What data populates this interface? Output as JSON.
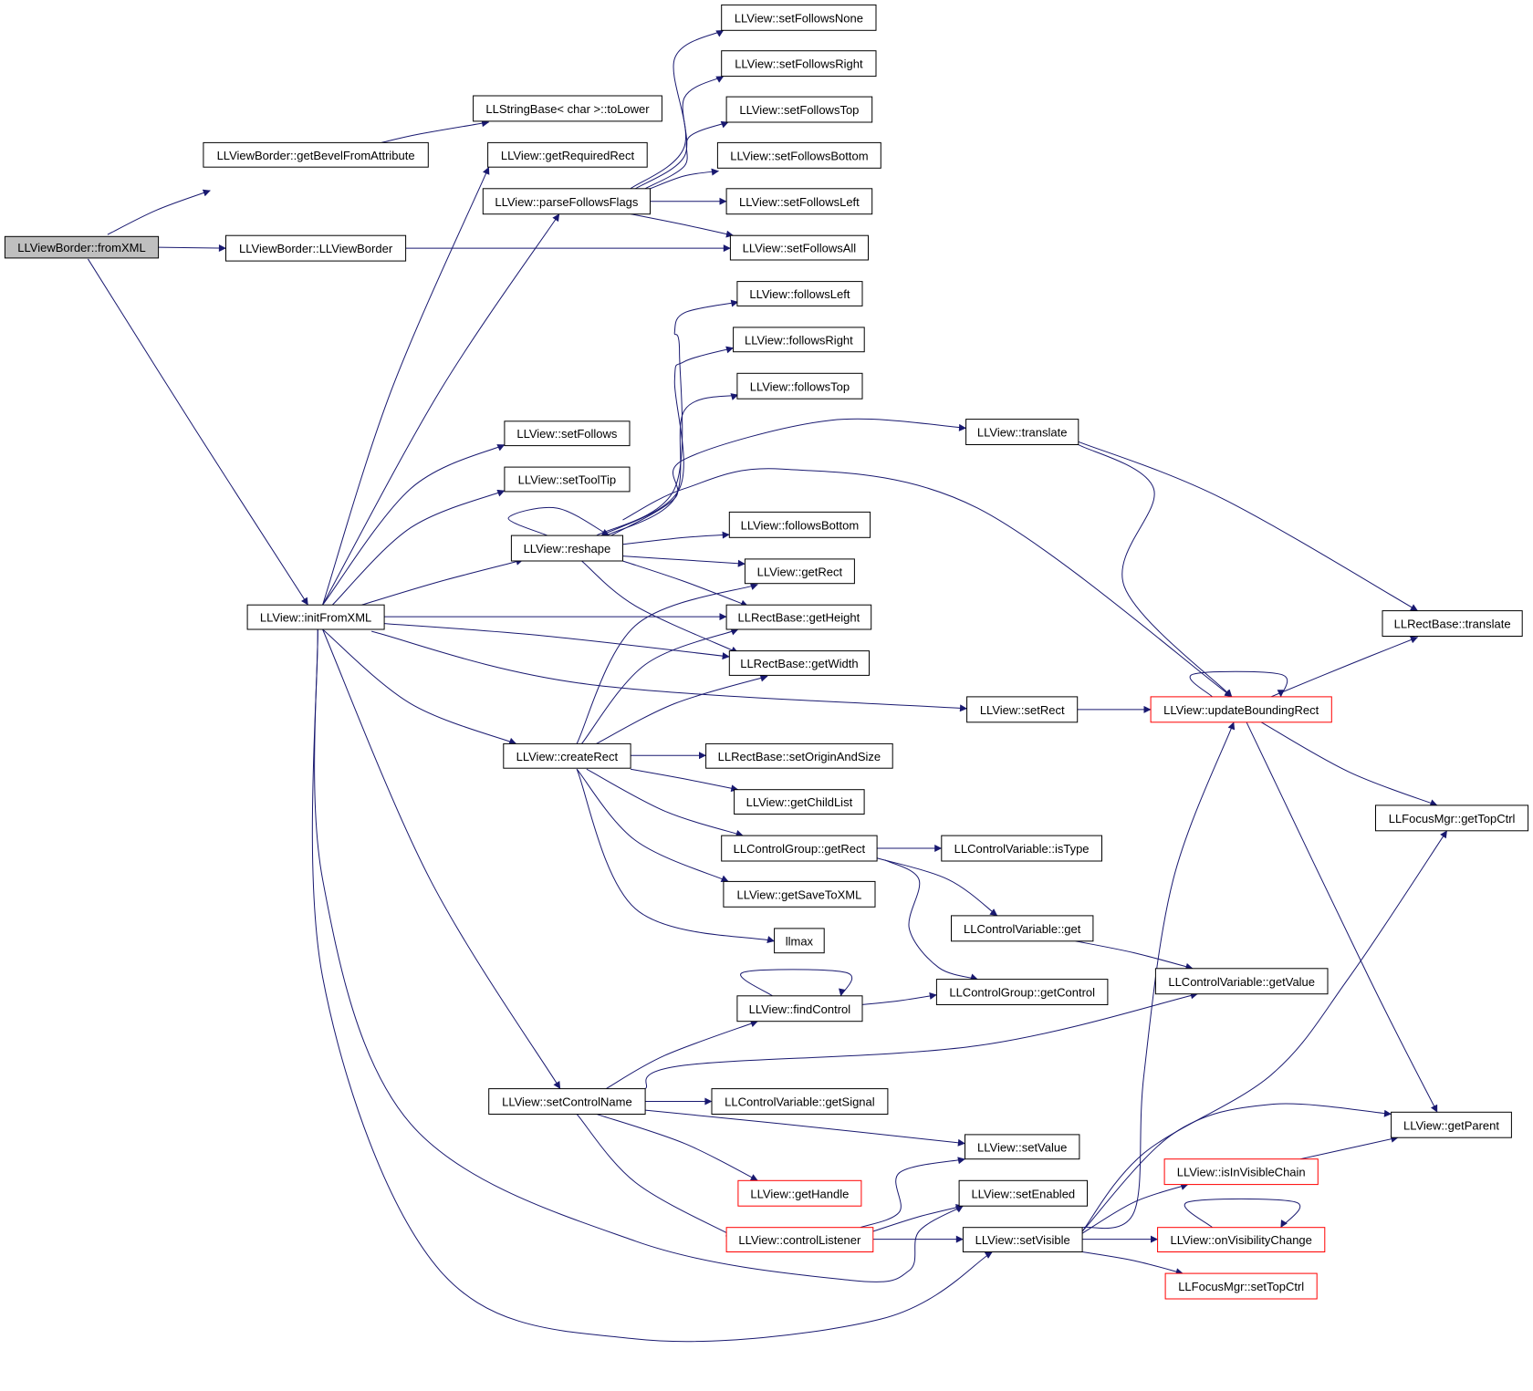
{
  "colors": {
    "edge": "#191970",
    "node_border": "#000000",
    "truncated_border": "#ff0000",
    "root_fill": "#bfbfbf"
  },
  "nodes": [
    {
      "id": "fromXML",
      "label": "LLViewBorder::fromXML",
      "style": "root"
    },
    {
      "id": "getBevel",
      "label": "LLViewBorder::getBevelFromAttribute"
    },
    {
      "id": "toLower",
      "label": "LLStringBase< char >::toLower"
    },
    {
      "id": "ctor",
      "label": "LLViewBorder::LLViewBorder"
    },
    {
      "id": "initFromXML",
      "label": "LLView::initFromXML"
    },
    {
      "id": "getRequiredRect",
      "label": "LLView::getRequiredRect"
    },
    {
      "id": "parseFollowsFlags",
      "label": "LLView::parseFollowsFlags"
    },
    {
      "id": "setFollowsNone",
      "label": "LLView::setFollowsNone"
    },
    {
      "id": "setFollowsRight",
      "label": "LLView::setFollowsRight"
    },
    {
      "id": "setFollowsTop",
      "label": "LLView::setFollowsTop"
    },
    {
      "id": "setFollowsBottom",
      "label": "LLView::setFollowsBottom"
    },
    {
      "id": "setFollowsLeft",
      "label": "LLView::setFollowsLeft"
    },
    {
      "id": "setFollowsAll",
      "label": "LLView::setFollowsAll"
    },
    {
      "id": "followsLeft",
      "label": "LLView::followsLeft"
    },
    {
      "id": "followsRight",
      "label": "LLView::followsRight"
    },
    {
      "id": "followsTop",
      "label": "LLView::followsTop"
    },
    {
      "id": "setFollows",
      "label": "LLView::setFollows"
    },
    {
      "id": "setToolTip",
      "label": "LLView::setToolTip"
    },
    {
      "id": "translate",
      "label": "LLView::translate"
    },
    {
      "id": "reshape",
      "label": "LLView::reshape"
    },
    {
      "id": "followsBottom",
      "label": "LLView::followsBottom"
    },
    {
      "id": "getRect",
      "label": "LLView::getRect"
    },
    {
      "id": "getHeight",
      "label": "LLRectBase::getHeight"
    },
    {
      "id": "getWidth",
      "label": "LLRectBase::getWidth"
    },
    {
      "id": "rectTranslate",
      "label": "LLRectBase::translate"
    },
    {
      "id": "setRect",
      "label": "LLView::setRect"
    },
    {
      "id": "updateBoundingRect",
      "label": "LLView::updateBoundingRect",
      "style": "trunc"
    },
    {
      "id": "createRect",
      "label": "LLView::createRect"
    },
    {
      "id": "setOriginAndSize",
      "label": "LLRectBase::setOriginAndSize"
    },
    {
      "id": "getChildList",
      "label": "LLView::getChildList"
    },
    {
      "id": "cgGetRect",
      "label": "LLControlGroup::getRect"
    },
    {
      "id": "isType",
      "label": "LLControlVariable::isType"
    },
    {
      "id": "getTopCtrl",
      "label": "LLFocusMgr::getTopCtrl"
    },
    {
      "id": "getSaveToXML",
      "label": "LLView::getSaveToXML"
    },
    {
      "id": "cvGet",
      "label": "LLControlVariable::get"
    },
    {
      "id": "llmax",
      "label": "llmax"
    },
    {
      "id": "getValue",
      "label": "LLControlVariable::getValue"
    },
    {
      "id": "getControl",
      "label": "LLControlGroup::getControl"
    },
    {
      "id": "findControl",
      "label": "LLView::findControl"
    },
    {
      "id": "setControlName",
      "label": "LLView::setControlName"
    },
    {
      "id": "getSignal",
      "label": "LLControlVariable::getSignal"
    },
    {
      "id": "getParent",
      "label": "LLView::getParent"
    },
    {
      "id": "setValue",
      "label": "LLView::setValue"
    },
    {
      "id": "isInVisibleChain",
      "label": "LLView::isInVisibleChain",
      "style": "trunc"
    },
    {
      "id": "getHandle",
      "label": "LLView::getHandle",
      "style": "trunc"
    },
    {
      "id": "setEnabled",
      "label": "LLView::setEnabled"
    },
    {
      "id": "controlListener",
      "label": "LLView::controlListener",
      "style": "trunc"
    },
    {
      "id": "setVisible",
      "label": "LLView::setVisible"
    },
    {
      "id": "onVisibilityChange",
      "label": "LLView::onVisibilityChange",
      "style": "trunc"
    },
    {
      "id": "setTopCtrl",
      "label": "LLFocusMgr::setTopCtrl",
      "style": "trunc"
    }
  ],
  "edges": [
    [
      "fromXML",
      "getBevel"
    ],
    [
      "fromXML",
      "ctor"
    ],
    [
      "fromXML",
      "initFromXML"
    ],
    [
      "getBevel",
      "toLower"
    ],
    [
      "ctor",
      "setFollowsAll"
    ],
    [
      "initFromXML",
      "getRequiredRect"
    ],
    [
      "initFromXML",
      "parseFollowsFlags"
    ],
    [
      "initFromXML",
      "setFollows"
    ],
    [
      "initFromXML",
      "setToolTip"
    ],
    [
      "initFromXML",
      "reshape"
    ],
    [
      "initFromXML",
      "getHeight"
    ],
    [
      "initFromXML",
      "getWidth"
    ],
    [
      "initFromXML",
      "setRect"
    ],
    [
      "initFromXML",
      "createRect"
    ],
    [
      "initFromXML",
      "setControlName"
    ],
    [
      "initFromXML",
      "setEnabled"
    ],
    [
      "initFromXML",
      "setVisible"
    ],
    [
      "parseFollowsFlags",
      "setFollowsNone"
    ],
    [
      "parseFollowsFlags",
      "setFollowsRight"
    ],
    [
      "parseFollowsFlags",
      "setFollowsTop"
    ],
    [
      "parseFollowsFlags",
      "setFollowsBottom"
    ],
    [
      "parseFollowsFlags",
      "setFollowsLeft"
    ],
    [
      "parseFollowsFlags",
      "setFollowsAll"
    ],
    [
      "reshape",
      "followsLeft"
    ],
    [
      "reshape",
      "followsRight"
    ],
    [
      "reshape",
      "followsTop"
    ],
    [
      "reshape",
      "translate"
    ],
    [
      "reshape",
      "reshape"
    ],
    [
      "reshape",
      "updateBoundingRect"
    ],
    [
      "reshape",
      "followsBottom"
    ],
    [
      "reshape",
      "getRect"
    ],
    [
      "reshape",
      "getHeight"
    ],
    [
      "reshape",
      "getWidth"
    ],
    [
      "translate",
      "rectTranslate"
    ],
    [
      "translate",
      "updateBoundingRect"
    ],
    [
      "setRect",
      "updateBoundingRect"
    ],
    [
      "updateBoundingRect",
      "updateBoundingRect"
    ],
    [
      "updateBoundingRect",
      "rectTranslate"
    ],
    [
      "updateBoundingRect",
      "getTopCtrl"
    ],
    [
      "updateBoundingRect",
      "getParent"
    ],
    [
      "createRect",
      "getRect"
    ],
    [
      "createRect",
      "getHeight"
    ],
    [
      "createRect",
      "getWidth"
    ],
    [
      "createRect",
      "setOriginAndSize"
    ],
    [
      "createRect",
      "getChildList"
    ],
    [
      "createRect",
      "cgGetRect"
    ],
    [
      "createRect",
      "getSaveToXML"
    ],
    [
      "createRect",
      "llmax"
    ],
    [
      "cgGetRect",
      "isType"
    ],
    [
      "cgGetRect",
      "cvGet"
    ],
    [
      "cgGetRect",
      "getControl"
    ],
    [
      "cvGet",
      "getValue"
    ],
    [
      "findControl",
      "findControl"
    ],
    [
      "findControl",
      "getControl"
    ],
    [
      "setControlName",
      "findControl"
    ],
    [
      "setControlName",
      "getValue"
    ],
    [
      "setControlName",
      "getSignal"
    ],
    [
      "setControlName",
      "setValue"
    ],
    [
      "setControlName",
      "getHandle"
    ],
    [
      "setControlName",
      "controlListener"
    ],
    [
      "controlListener",
      "setValue"
    ],
    [
      "controlListener",
      "setEnabled"
    ],
    [
      "controlListener",
      "setVisible"
    ],
    [
      "setVisible",
      "updateBoundingRect"
    ],
    [
      "setVisible",
      "getTopCtrl"
    ],
    [
      "setVisible",
      "getParent"
    ],
    [
      "setVisible",
      "isInVisibleChain"
    ],
    [
      "setVisible",
      "onVisibilityChange"
    ],
    [
      "setVisible",
      "setTopCtrl"
    ],
    [
      "isInVisibleChain",
      "getParent"
    ],
    [
      "onVisibilityChange",
      "onVisibilityChange"
    ]
  ]
}
